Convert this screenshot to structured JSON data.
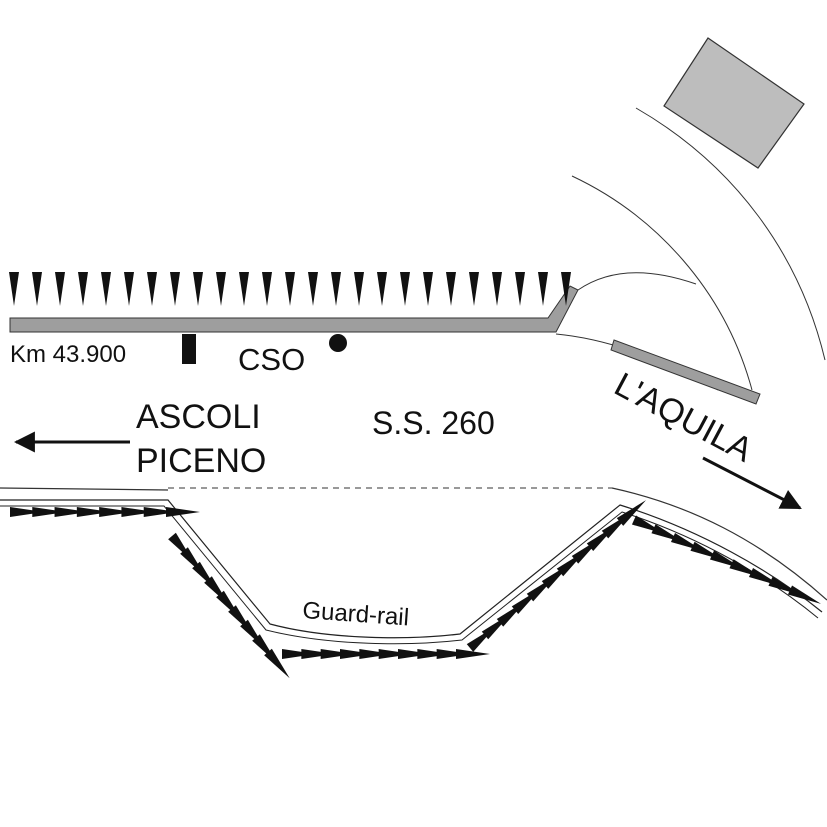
{
  "labels": {
    "km": "Km 43.900",
    "station": "CSO",
    "road": "S.S. 260",
    "west_line1": "ASCOLI",
    "west_line2": "PICENO",
    "east": "L'AQUILA",
    "guardrail": "Guard-rail"
  },
  "colors": {
    "ink": "#111111",
    "road_edge": "#9e9e9e",
    "building": "#bdbdbd"
  },
  "icons": {
    "station_marker": "filled-circle",
    "km_marker": "filled-rectangle",
    "direction": "arrow"
  }
}
